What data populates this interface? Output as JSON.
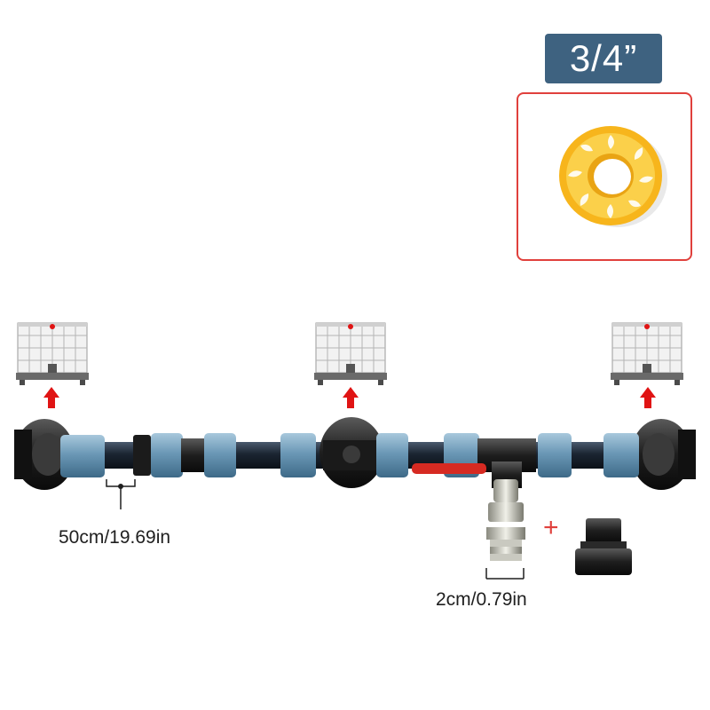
{
  "size_badge": {
    "label": "3/4”"
  },
  "accessory": {
    "name": "ptfe-tape-roll-icon"
  },
  "assembly": {
    "tanks": [
      {
        "name": "ibc-tank-icon-left"
      },
      {
        "name": "ibc-tank-icon-center"
      },
      {
        "name": "ibc-tank-icon-right"
      }
    ],
    "arrow_color": "#e01414",
    "pipe_color": "#1b2532",
    "fitting_color": "#6b98b6",
    "valve_handle_color": "#d62a22"
  },
  "dimensions": {
    "pipe_length": "50cm/19.69in",
    "outlet_length": "2cm/0.79in"
  },
  "extras": {
    "plus": "+"
  }
}
